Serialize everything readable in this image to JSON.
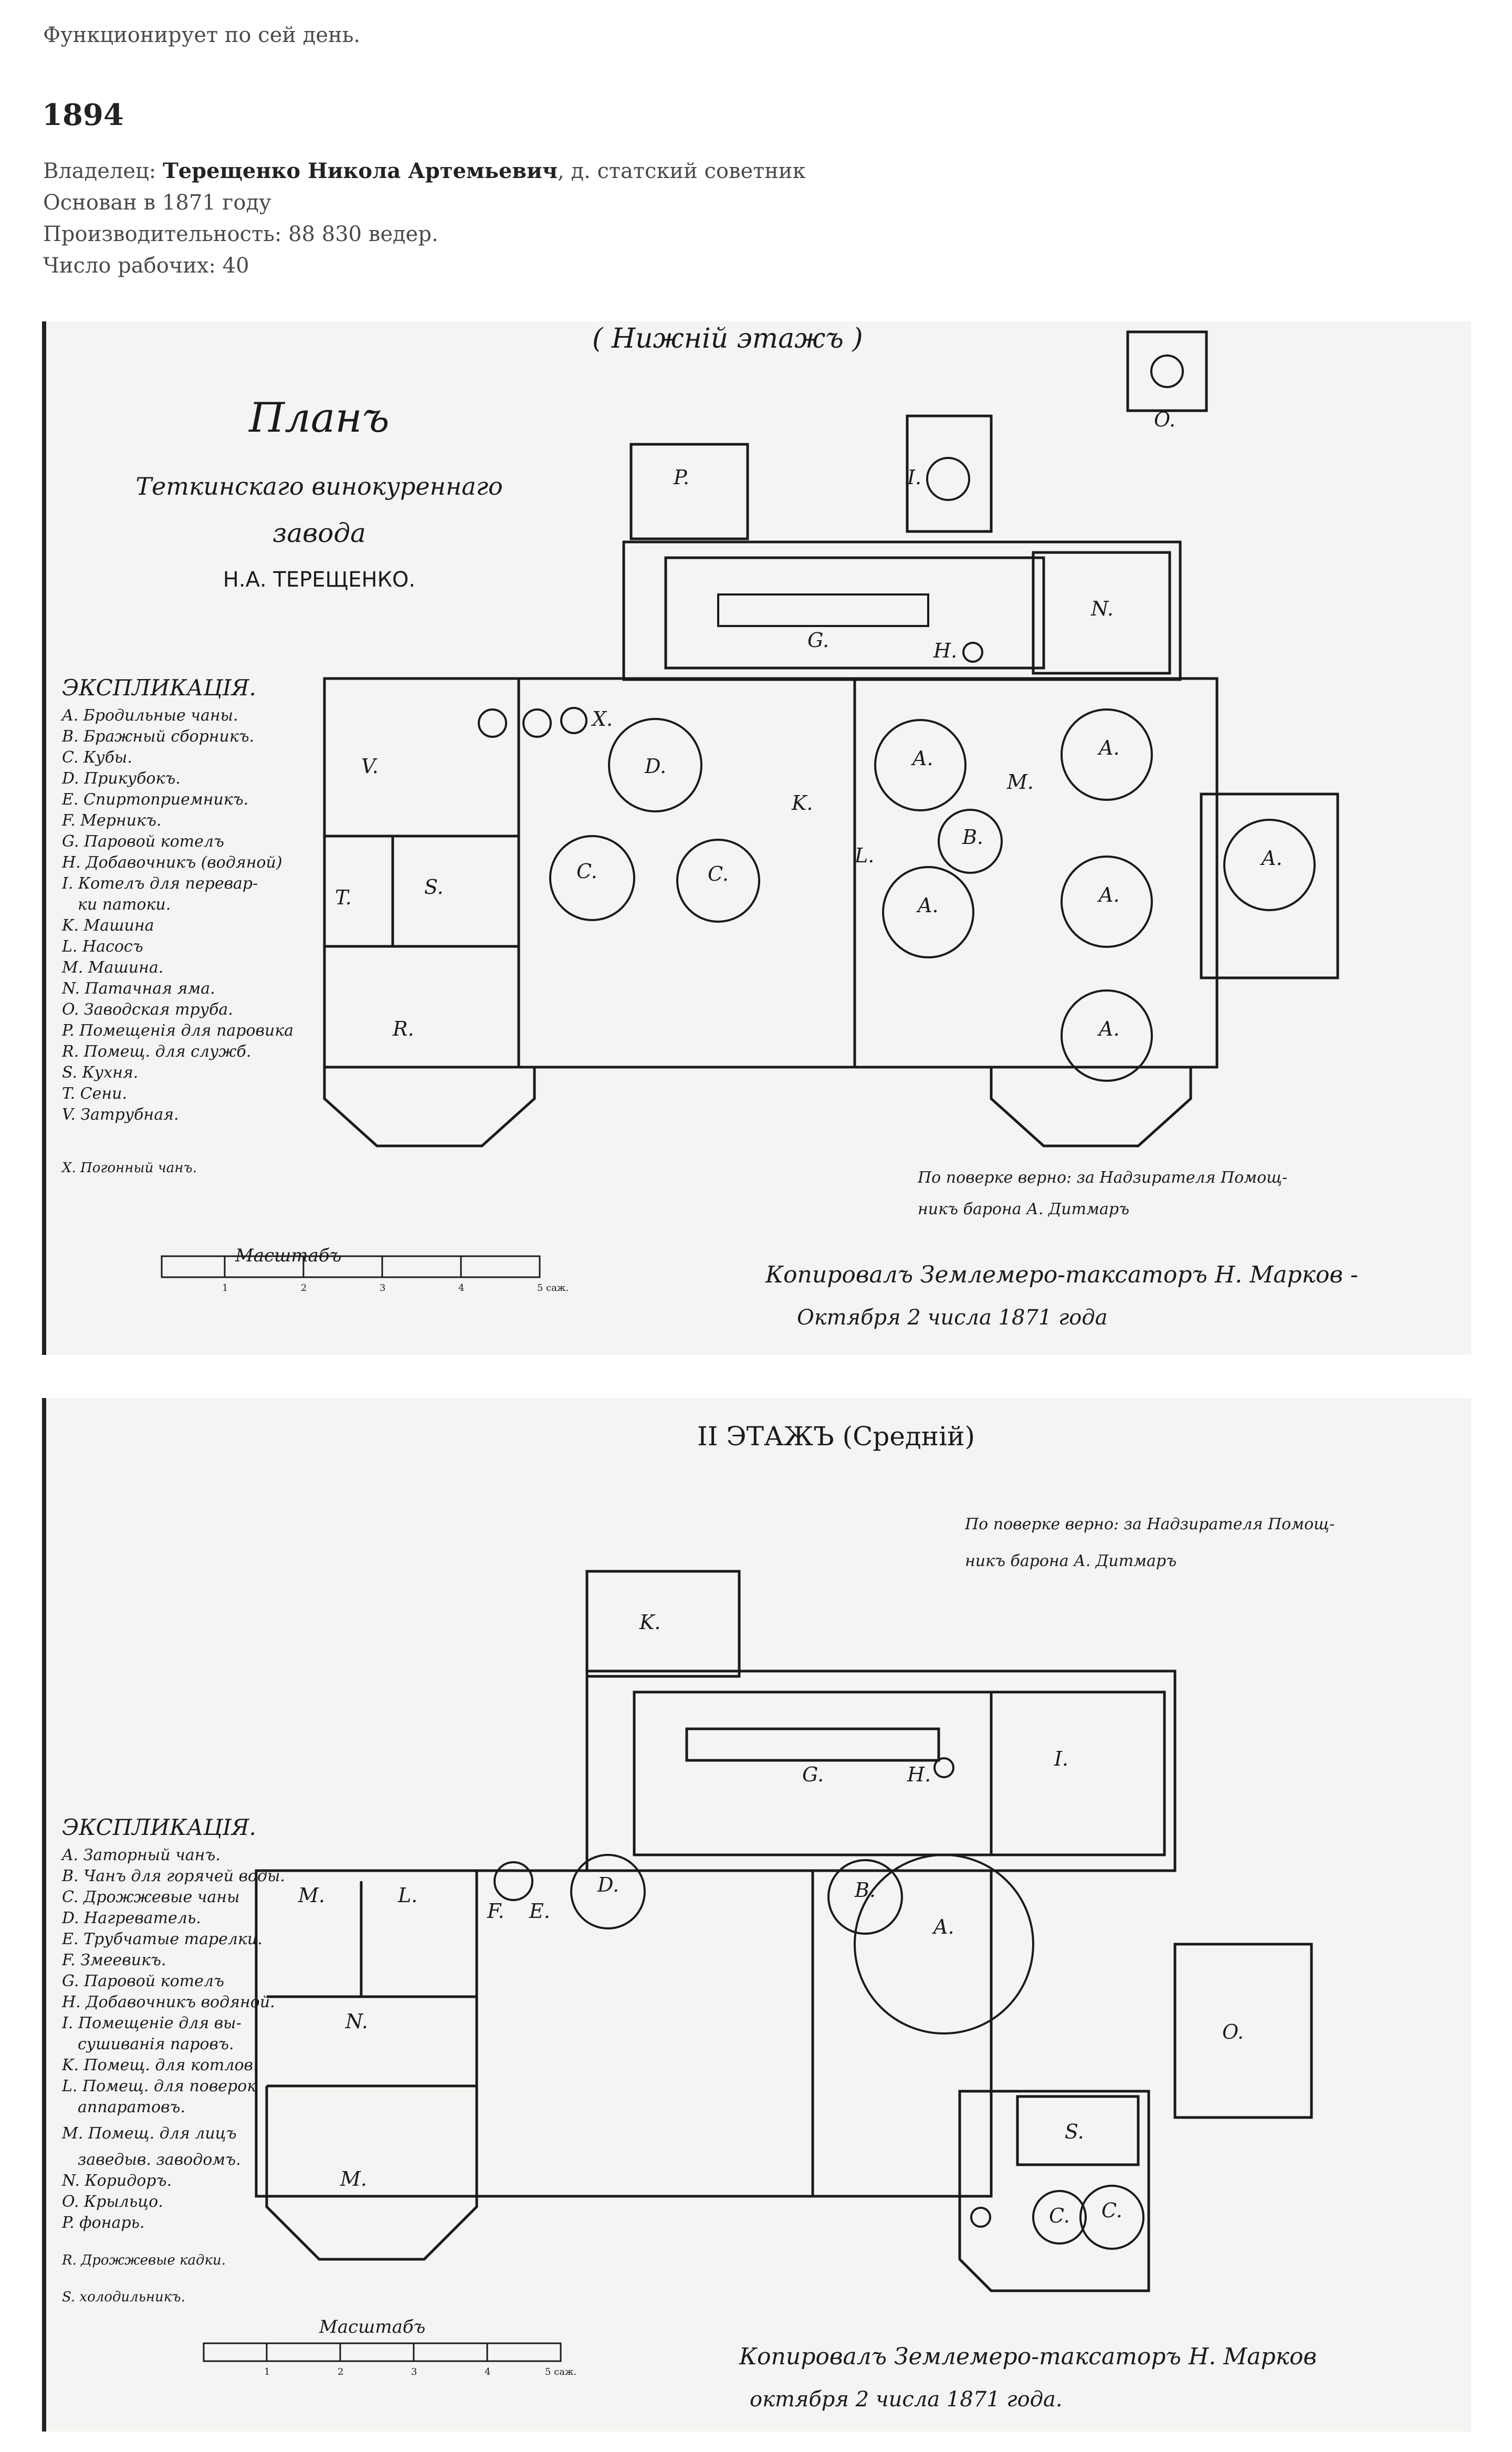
{
  "intro_text": "Функционирует по сей день.",
  "year": "1894",
  "details": {
    "owner_label": "Владелец: ",
    "owner_name": "Терещенко Никола Артемьевич",
    "owner_rank": ", д. статский советник",
    "founded": "Основан в 1871 году",
    "capacity": "Производительность: 88 830 ведер.",
    "workers": "Число рабочих: 40"
  },
  "plan1": {
    "title_top": "( Нижній этажъ )",
    "title_lines": [
      "Планъ",
      "Теткинскаго винокуреннаго",
      "завода",
      "Н.А. ТЕРЕЩЕНКО."
    ],
    "legend_title": "ЭКСПЛИКАЦІЯ.",
    "legend": [
      "A. Бродильные чаны.",
      "B. Бражный сборникъ.",
      "C. Кубы.",
      "D. Прикубокъ.",
      "E. Спиртоприемникъ.",
      "F. Мерникъ.",
      "G. Паровой котелъ",
      "H. Добавочникъ (водяной)",
      "I. Котелъ для перевар-",
      "ки патоки.",
      "K. Машина",
      "L. Насосъ",
      "M. Машина.",
      "N. Патачная яма.",
      "O. Заводская труба.",
      "P. Помещенія для паровика",
      "R. Помещ. для служб.",
      "S. Кухня.",
      "T. Сени.",
      "V. Затрубная.",
      "X. Погонный чанъ."
    ],
    "room_labels": [
      "P.",
      "I.",
      "O.",
      "N.",
      "G.",
      "H.",
      "V.",
      "T.",
      "S.",
      "R.",
      "D.",
      "C.",
      "C.",
      "K.",
      "L.",
      "A.",
      "A.",
      "A.",
      "A.",
      "A.",
      "A.",
      "B.",
      "M.",
      "X."
    ],
    "scale_label": "Масштабъ",
    "scale_ticks": [
      "1",
      "2",
      "3",
      "4",
      "5 саж."
    ],
    "note": [
      "По поверке верно: за Надзирателя Помощ-",
      "никъ барона А. Дитмаръ"
    ],
    "signature": [
      "Копировалъ Землемеро-таксаторъ Н. Марков -",
      "Октября 2 числа 1871 года"
    ]
  },
  "plan2": {
    "title": "II ЭТАЖЪ (Средній)",
    "note": [
      "По поверке верно: за Надзирателя Помощ-",
      "никъ барона А. Дитмаръ"
    ],
    "legend_title": "ЭКСПЛИКАЦІЯ.",
    "legend": [
      "A. Заторный чанъ.",
      "B. Чанъ для горячей воды.",
      "C. Дрожжевые чаны",
      "D. Нагреватель.",
      "E. Трубчатые тарелки.",
      "F. Змеевикъ.",
      "G. Паровой котелъ",
      "H. Добавочникъ водяной.",
      "I. Помещеніе для вы-",
      "сушиванія паровъ.",
      "K. Помещ. для котлов.",
      "L. Помещ. для поверок",
      "аппаратовъ.",
      "M. Помещ. для лицъ",
      "заведыв. заводомъ.",
      "N. Коридоръ.",
      "O. Крыльцо.",
      "P. фонарь.",
      "R. Дрожжевые кадки.",
      "S. холодильникъ."
    ],
    "room_labels": [
      "K.",
      "G.",
      "H.",
      "I.",
      "M.",
      "L.",
      "N.",
      "M.",
      "F.",
      "E.",
      "D.",
      "B.",
      "A.",
      "O.",
      "S.",
      "C.",
      "C."
    ],
    "scale_label": "Масштабъ",
    "scale_ticks": [
      "1",
      "2",
      "3",
      "4",
      "5 саж."
    ],
    "signature": [
      "Копировалъ Землемеро-таксаторъ Н. Марков",
      "октября 2 числа 1871 года."
    ]
  }
}
